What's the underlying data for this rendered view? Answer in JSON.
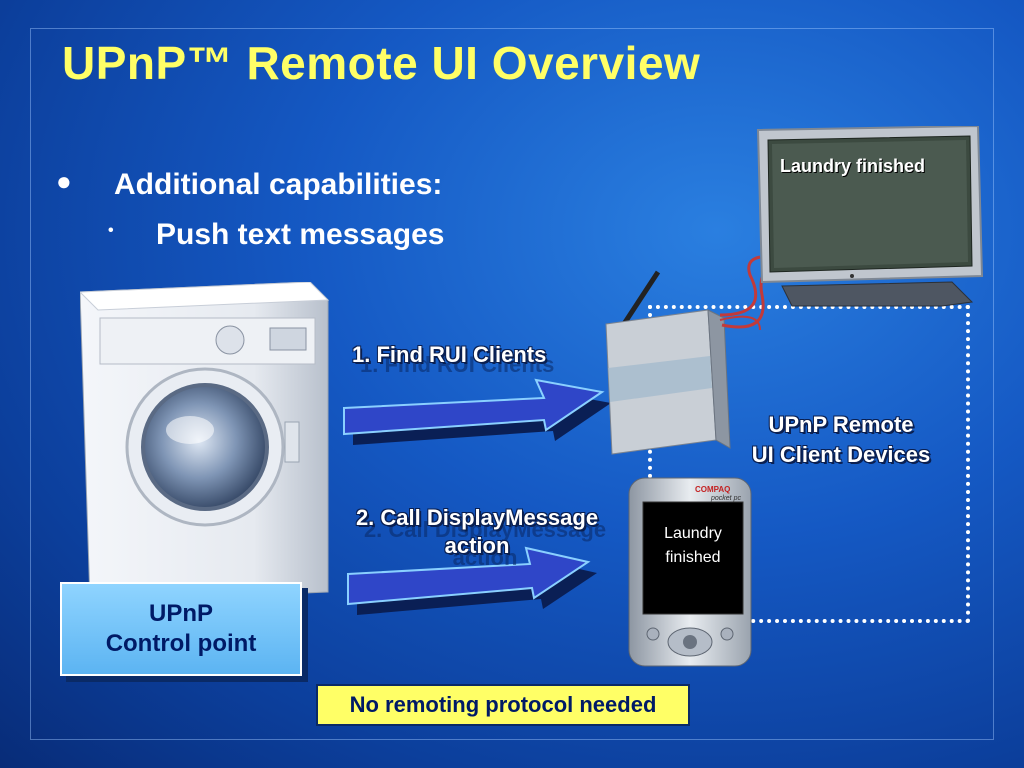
{
  "slide": {
    "title": "UPnP™ Remote UI Overview",
    "bullets": [
      {
        "text": "Additional capabilities:"
      },
      {
        "text": "Push text messages"
      }
    ]
  },
  "arrows": {
    "step1": "1. Find RUI Clients",
    "step2_line1": "2. Call DisplayMessage",
    "step2_line2": "action"
  },
  "devices": {
    "client_label_line1": "UPnP Remote",
    "client_label_line2": "UI Client Devices",
    "tv_message": "Laundry finished",
    "pda_message_line1": "Laundry",
    "pda_message_line2": "finished",
    "pda_brand": "COMPAQ",
    "pda_model": "pocket pc"
  },
  "control_point": {
    "line1": "UPnP",
    "line2": "Control point"
  },
  "note": "No remoting protocol needed",
  "colors": {
    "title": "#ffff66",
    "note_bg": "#ffff66",
    "control_box": "#6cc0f6",
    "arrow": "#2f46c8"
  }
}
